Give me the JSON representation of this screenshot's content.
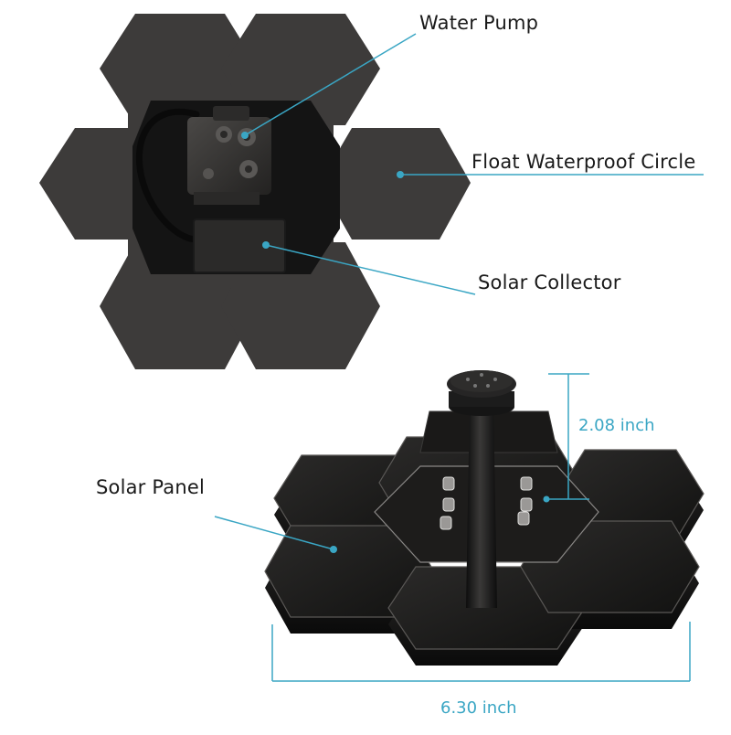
{
  "callouts": {
    "water_pump": "Water Pump",
    "float_waterproof_circle": "Float Waterproof Circle",
    "solar_collector": "Solar Collector",
    "solar_panel": "Solar Panel"
  },
  "dimensions": {
    "height": "2.08 inch",
    "width": "6.30 inch"
  },
  "colors": {
    "accent": "#3aa6c4",
    "foam": "#3d3b3a",
    "panel": "#1b1a19",
    "text": "#1a1a1a"
  }
}
